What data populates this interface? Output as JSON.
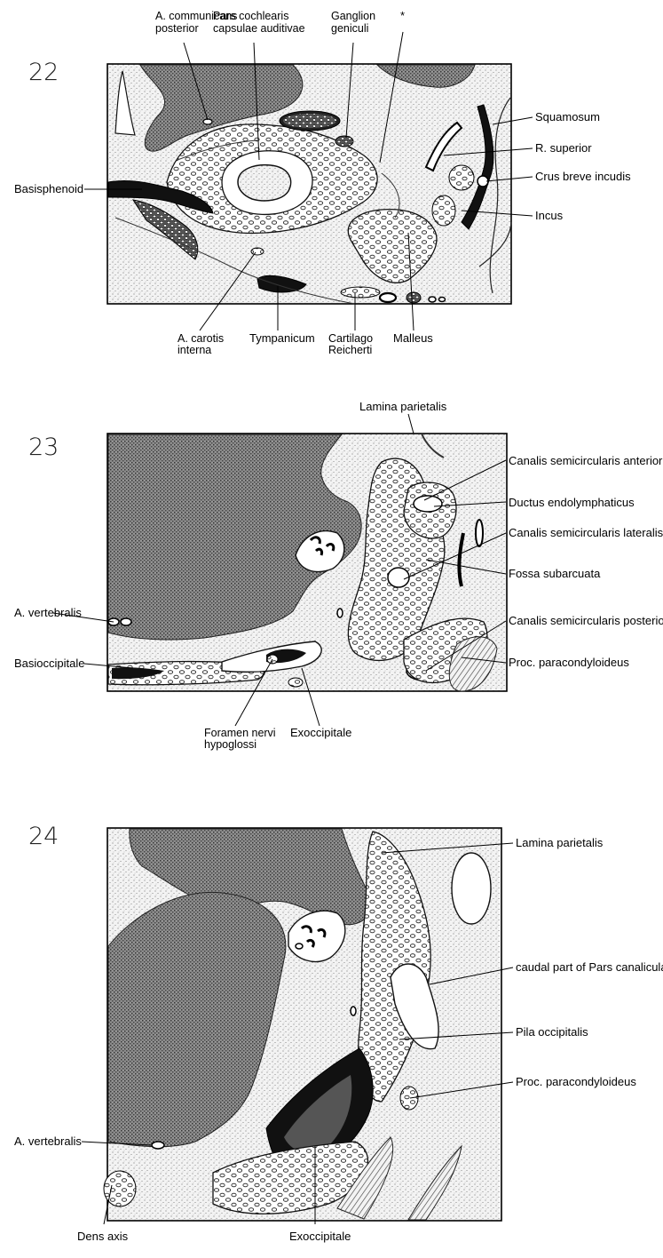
{
  "figures": [
    {
      "number": "22",
      "labels": {
        "a_communicans_1": "A. communicans",
        "a_communicans_2": "posterior",
        "pars_cochlearis_1": "Pars cochlearis",
        "pars_cochlearis_2": "capsulae auditivae",
        "ganglion_1": "Ganglion",
        "ganglion_2": "geniculi",
        "asterisk": "*",
        "squamosum": "Squamosum",
        "r_superior": "R. superior",
        "crus_breve": "Crus breve incudis",
        "incus": "Incus",
        "basisphenoid": "Basisphenoid",
        "a_carotis_1": "A. carotis",
        "a_carotis_2": "interna",
        "tympanicum": "Tympanicum",
        "cartilago_1": "Cartilago",
        "cartilago_2": "Reicherti",
        "malleus": "Malleus"
      }
    },
    {
      "number": "23",
      "labels": {
        "lamina_parietalis": "Lamina parietalis",
        "canalis_anterior": "Canalis semicircularis anterior",
        "ductus": "Ductus endolymphaticus",
        "canalis_lateralis": "Canalis semicircularis lateralis",
        "fossa": "Fossa subarcuata",
        "a_vertebralis": "A. vertebralis",
        "canalis_posterior": "Canalis semicircularis posterior",
        "basioccipitale": "Basioccipitale",
        "proc_paracondyloideus": "Proc. paracondyloideus",
        "foramen_1": "Foramen nervi",
        "foramen_2": "hypoglossi",
        "exoccipitale": "Exoccipitale"
      }
    },
    {
      "number": "24",
      "labels": {
        "lamina_parietalis": "Lamina parietalis",
        "caudal_part": "caudal part of Pars canalicularis",
        "pila_occipitalis": "Pila occipitalis",
        "proc_paracondyloideus": "Proc. paracondyloideus",
        "a_vertebralis": "A. vertebralis",
        "dens_axis": "Dens axis",
        "exoccipitale": "Exoccipitale"
      }
    }
  ]
}
